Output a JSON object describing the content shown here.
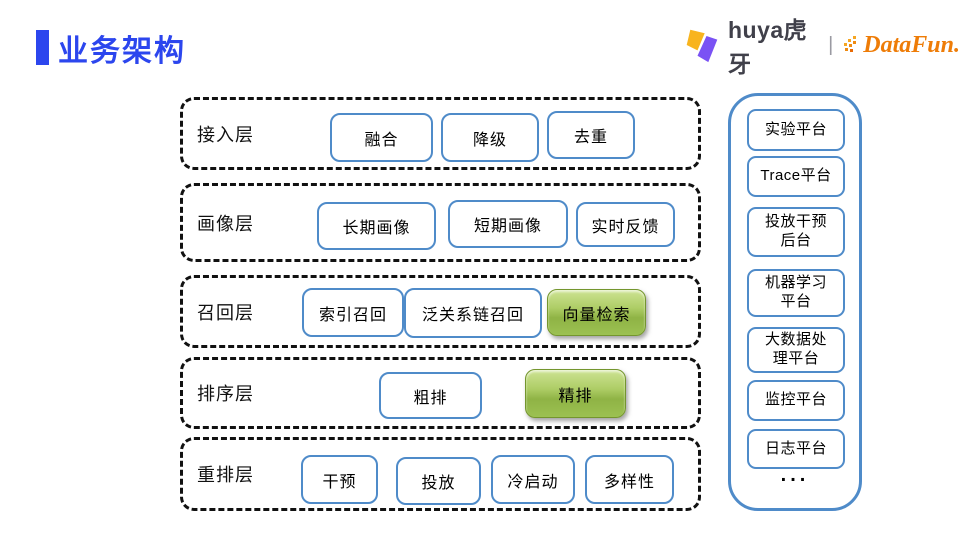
{
  "header": {
    "title": "业务架构",
    "logos": {
      "huya_text": "huya虎牙",
      "separator": "|",
      "datafun_text": "DataFun."
    }
  },
  "layers": [
    {
      "label": "接入层",
      "items": [
        {
          "label": "融合"
        },
        {
          "label": "降级"
        },
        {
          "label": "去重"
        }
      ]
    },
    {
      "label": "画像层",
      "items": [
        {
          "label": "长期画像"
        },
        {
          "label": "短期画像"
        },
        {
          "label": "实时反馈"
        }
      ]
    },
    {
      "label": "召回层",
      "items": [
        {
          "label": "索引召回"
        },
        {
          "label": "泛关系链召回"
        },
        {
          "label": "向量检索",
          "highlight": "green"
        }
      ]
    },
    {
      "label": "排序层",
      "items": [
        {
          "label": "粗排"
        },
        {
          "label": "精排",
          "highlight": "green"
        }
      ]
    },
    {
      "label": "重排层",
      "items": [
        {
          "label": "干预"
        },
        {
          "label": "投放"
        },
        {
          "label": "冷启动"
        },
        {
          "label": "多样性"
        }
      ]
    }
  ],
  "platform_panel": {
    "items": [
      {
        "label": "实验平台"
      },
      {
        "label": "Trace平台"
      },
      {
        "label": "投放干预\n后台"
      },
      {
        "label": "机器学习\n平台"
      },
      {
        "label": "大数据处\n理平台"
      },
      {
        "label": "监控平台"
      },
      {
        "label": "日志平台"
      }
    ],
    "more": "..."
  },
  "colors": {
    "accent_blue": "#2c46ee",
    "box_border_blue": "#4f8bc9",
    "highlight_green": "#9cc152",
    "dash_black": "#111111",
    "datafun_orange": "#ee7c07",
    "huya_yellow": "#f8b41e",
    "huya_purple": "#7a52f4"
  }
}
